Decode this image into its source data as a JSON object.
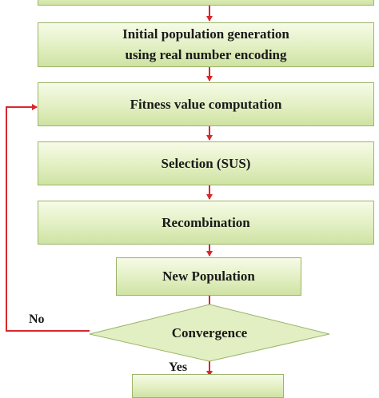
{
  "flow": {
    "init": {
      "line1": "Initial population generation",
      "line2": "using real number encoding"
    },
    "fitness": "Fitness value computation",
    "selection": "Selection (SUS)",
    "recombination": "Recombination",
    "new_population": "New Population",
    "convergence": "Convergence",
    "no_label": "No",
    "yes_label": "Yes"
  },
  "colors": {
    "arrow": "#d9262b",
    "box_border": "#9bb46a",
    "box_fill_top": "#f6fbe6",
    "box_fill_bottom": "#cfe3a3"
  }
}
